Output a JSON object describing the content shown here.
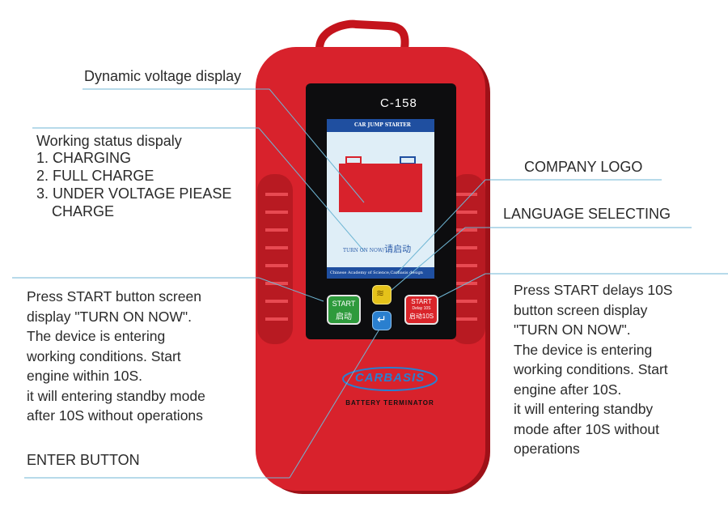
{
  "device": {
    "model": "C-158",
    "screen_title": "CAR JUMP STARTER",
    "screen_prompt_en": "TURN ON NOW/",
    "screen_prompt_cn": "请启动",
    "screen_footer": "Chinese Academy of Science,Carbasis design",
    "start_button": {
      "line1": "START",
      "line2": "启动"
    },
    "start_delay_button": {
      "line1": "START",
      "line2": "Delay 10S",
      "line3": "启动10S"
    },
    "brand": "CARBASIS",
    "tagline": "BATTERY TERMINATOR",
    "colors": {
      "body": "#d8222c",
      "start_green": "#2e9a3c",
      "delay_red": "#d9252a",
      "lang_yellow": "#e5c21a",
      "enter_blue": "#2a7fcf"
    }
  },
  "callouts": {
    "voltage": "Dynamic voltage display",
    "status": {
      "title": "Working status dispaly",
      "items": [
        "1. CHARGING",
        "2. FULL CHARGE",
        "3. UNDER VOLTAGE PIEASE",
        "CHARGE"
      ]
    },
    "logo": "COMPANY LOGO",
    "language": "LANGUAGE SELECTING",
    "start_left": [
      "Press START button screen",
      "display \"TURN  ON NOW\".",
      "The device is entering",
      "working conditions. Start",
      "engine within 10S.",
      "it will entering standby mode",
      "after 10S without operations"
    ],
    "start_right": [
      "Press START delays 10S",
      "button screen display",
      "\"TURN  ON NOW\".",
      "The device is entering",
      "working conditions. Start",
      "engine after 10S.",
      "it will entering standby",
      "mode after 10S without",
      "operations"
    ],
    "enter": "ENTER BUTTON"
  }
}
